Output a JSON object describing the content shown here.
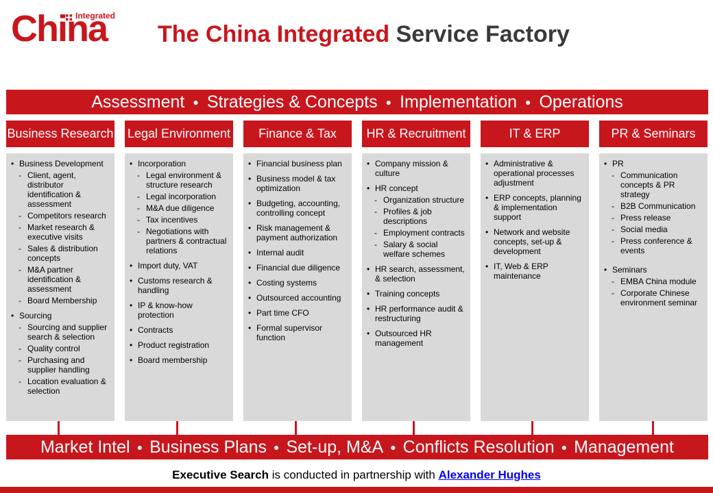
{
  "logo": {
    "small": "Integrated",
    "big": "China"
  },
  "title": {
    "red": "The China Integrated",
    "rest": "Service Factory"
  },
  "top_band": [
    "Assessment",
    "Strategies & Concepts",
    "Implementation",
    "Operations"
  ],
  "bullet_glyph": "●",
  "columns": [
    {
      "header": "Business Research",
      "items": [
        {
          "t": "b",
          "text": "Business Development"
        },
        {
          "t": "s",
          "text": "Client, agent, distributor identification & assessment"
        },
        {
          "t": "s",
          "text": "Competitors research"
        },
        {
          "t": "s",
          "text": "Market research & executive visits"
        },
        {
          "t": "s",
          "text": "Sales & distribution concepts"
        },
        {
          "t": "s",
          "text": "M&A partner identification & assessment"
        },
        {
          "t": "s",
          "text": "Board Membership"
        },
        {
          "t": "b",
          "text": "Sourcing"
        },
        {
          "t": "s",
          "text": "Sourcing and supplier search & selection"
        },
        {
          "t": "s",
          "text": "Quality control"
        },
        {
          "t": "s",
          "text": "Purchasing and supplier handling"
        },
        {
          "t": "s",
          "text": "Location evaluation & selection"
        }
      ]
    },
    {
      "header": "Legal Environment",
      "items": [
        {
          "t": "b",
          "text": "Incorporation"
        },
        {
          "t": "s",
          "text": "Legal environment & structure research"
        },
        {
          "t": "s",
          "text": "Legal incorporation"
        },
        {
          "t": "s",
          "text": "M&A due diligence"
        },
        {
          "t": "s",
          "text": "Tax incentives"
        },
        {
          "t": "s",
          "text": "Negotiations with partners & contractual relations"
        },
        {
          "t": "b",
          "text": "Import duty, VAT"
        },
        {
          "t": "b",
          "text": "Customs research & handling"
        },
        {
          "t": "b",
          "text": "IP & know-how protection"
        },
        {
          "t": "b",
          "text": "Contracts"
        },
        {
          "t": "b",
          "text": "Product registration"
        },
        {
          "t": "b",
          "text": "Board membership"
        }
      ]
    },
    {
      "header": "Finance & Tax",
      "items": [
        {
          "t": "b",
          "text": "Financial business plan"
        },
        {
          "t": "b",
          "text": "Business model & tax optimization"
        },
        {
          "t": "b",
          "text": "Budgeting, accounting, controlling concept"
        },
        {
          "t": "b",
          "text": "Risk management & payment authorization"
        },
        {
          "t": "b",
          "text": "Internal audit"
        },
        {
          "t": "b",
          "text": "Financial due diligence"
        },
        {
          "t": "b",
          "text": "Costing systems"
        },
        {
          "t": "b",
          "text": "Outsourced accounting"
        },
        {
          "t": "b",
          "text": "Part time CFO"
        },
        {
          "t": "b",
          "text": "Formal supervisor function"
        }
      ]
    },
    {
      "header": "HR & Recruitment",
      "items": [
        {
          "t": "b",
          "text": "Company mission & culture"
        },
        {
          "t": "b",
          "text": "HR concept"
        },
        {
          "t": "s",
          "text": "Organization structure"
        },
        {
          "t": "s",
          "text": "Profiles & job descriptions"
        },
        {
          "t": "s",
          "text": "Employment contracts"
        },
        {
          "t": "s",
          "text": "Salary & social welfare schemes"
        },
        {
          "t": "b",
          "text": "HR search, assessment, & selection"
        },
        {
          "t": "b",
          "text": "Training concepts"
        },
        {
          "t": "b",
          "text": "HR performance audit & restructuring"
        },
        {
          "t": "b",
          "text": "Outsourced HR management"
        }
      ]
    },
    {
      "header": "IT & ERP",
      "items": [
        {
          "t": "b",
          "text": "Administrative & operational processes adjustment"
        },
        {
          "t": "b",
          "text": "ERP concepts, planning & implementation support"
        },
        {
          "t": "b",
          "text": "Network and website concepts, set-up & development"
        },
        {
          "t": "b",
          "text": "IT, Web & ERP maintenance"
        }
      ]
    },
    {
      "header": "PR & Seminars",
      "items": [
        {
          "t": "b",
          "text": "PR"
        },
        {
          "t": "s",
          "text": "Communication concepts & PR strategy"
        },
        {
          "t": "s",
          "text": "B2B Communication"
        },
        {
          "t": "s",
          "text": "Press release"
        },
        {
          "t": "s",
          "text": "Social media"
        },
        {
          "t": "s",
          "text": "Press conference & events"
        },
        {
          "t": "b",
          "text": "Seminars",
          "gap": true
        },
        {
          "t": "s",
          "text": "EMBA China module"
        },
        {
          "t": "s",
          "text": "Corporate Chinese environment seminar"
        }
      ]
    }
  ],
  "bottom_band": [
    "Market Intel",
    "Business Plans",
    "Set-up, M&A",
    "Conflicts Resolution",
    "Management"
  ],
  "footer": {
    "bold": "Executive Search",
    "middle": " is conducted in partnership with ",
    "link": "Alexander Hughes"
  },
  "colors": {
    "brand_red": "#c8161d",
    "panel_grey": "#d9d9d9",
    "title_dark": "#3a3a3a",
    "link_blue": "#0000ee"
  }
}
